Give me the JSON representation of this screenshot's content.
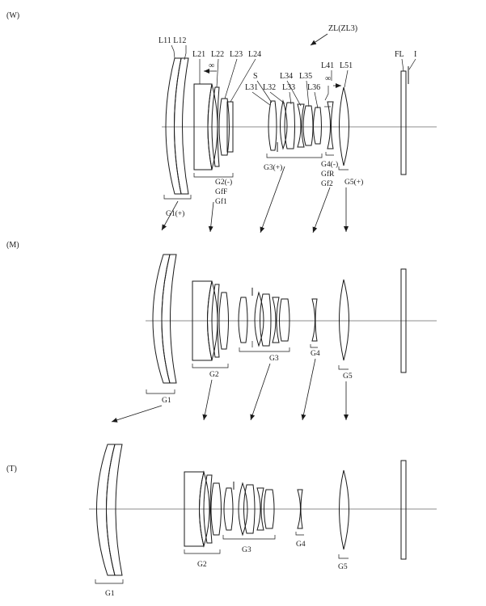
{
  "positions": {
    "wide": "(W)",
    "middle": "(M)",
    "tele": "(T)"
  },
  "system_label": "ZL(ZL3)",
  "wide_labels": {
    "l11_l12": "L11 L12",
    "l21": "L21",
    "l22": "L22",
    "l23": "L23",
    "l24": "L24",
    "s": "S",
    "l31": "L31",
    "l32": "L32",
    "l33": "L33",
    "l34": "L34",
    "l35": "L35",
    "l36": "L36",
    "l41": "L41",
    "l51": "L51",
    "fl": "FL",
    "i": "I",
    "infinity": "∞",
    "g1": "G1(+)",
    "g2": "G2(-)",
    "gff": "GfF",
    "gf1": "Gf1",
    "g3": "G3(+)",
    "g4": "G4(-)",
    "gfr": "GfR",
    "gf2": "Gf2",
    "g5": "G5(+)"
  },
  "middle_labels": {
    "g1": "G1",
    "g2": "G2",
    "g3": "G3",
    "g4": "G4",
    "g5": "G5"
  },
  "tele_labels": {
    "g1": "G1",
    "g2": "G2",
    "g3": "G3",
    "g4": "G4",
    "g5": "G5"
  }
}
